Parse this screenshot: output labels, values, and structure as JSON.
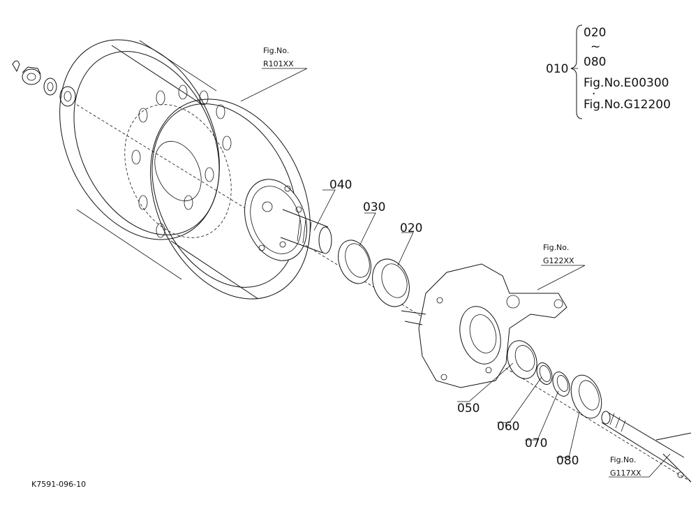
{
  "callouts": {
    "p010": "010",
    "p020": "020",
    "p030": "030",
    "p040": "040",
    "p050": "050",
    "p060": "060",
    "p070": "070",
    "p080": "080"
  },
  "figure_refs": {
    "wheel_fig": "Fig.No.",
    "wheel_code": "R101XX",
    "housing_fig": "Fig.No.",
    "housing_code": "G122XX",
    "shaft_fig": "Fig.No.",
    "shaft_code": "G117XX"
  },
  "assembly_bracket": {
    "range_start": "020",
    "range_tilde": "~",
    "range_end": "080",
    "ref1": "Fig.No.E00300",
    "ref_dot": "·",
    "ref2": "Fig.No.G12200"
  },
  "footer": {
    "drawing_id": "K7591-096-10"
  }
}
